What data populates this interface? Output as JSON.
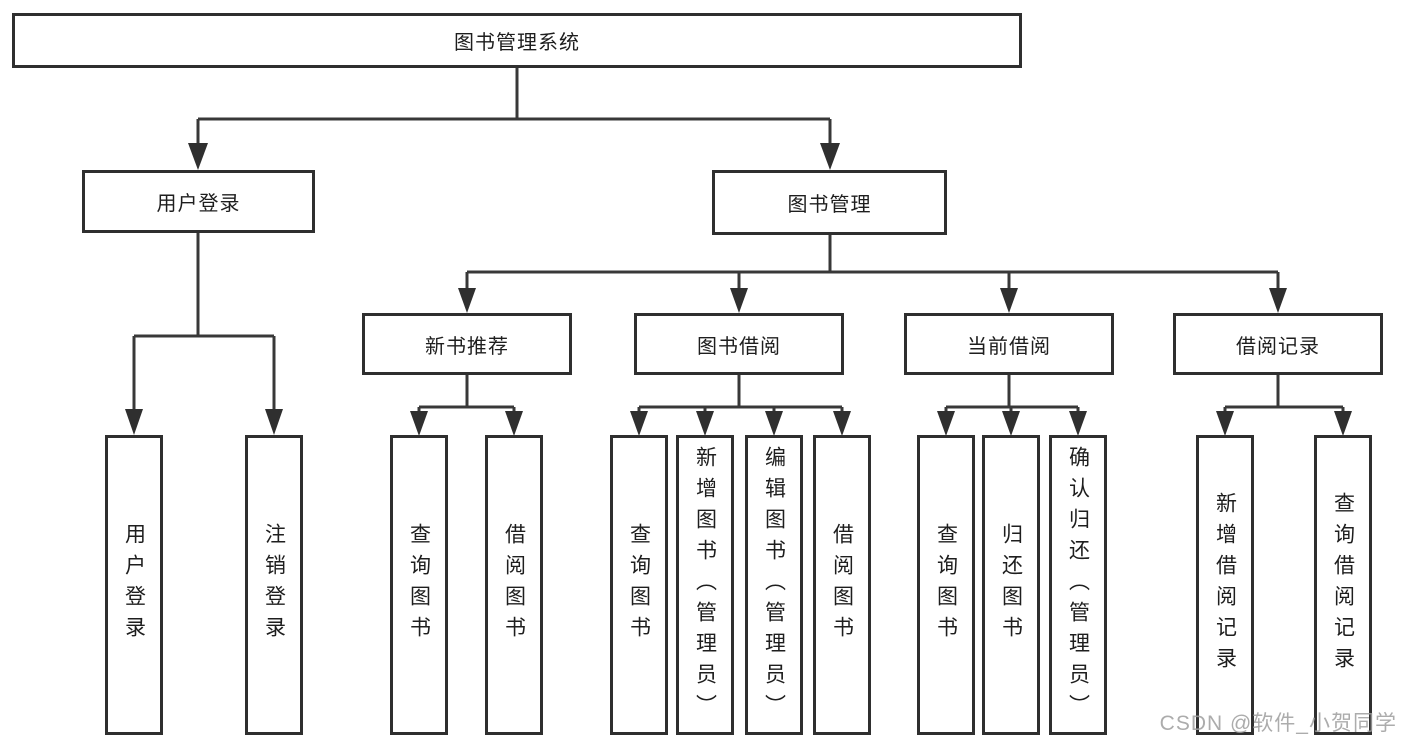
{
  "tree": {
    "root": {
      "label": "图书管理系统"
    },
    "branches": [
      {
        "label": "用户登录",
        "children": [
          {
            "label": "用户登录"
          },
          {
            "label": "注销登录"
          }
        ]
      },
      {
        "label": "图书管理",
        "groups": [
          {
            "label": "新书推荐",
            "children": [
              {
                "label": "查询图书"
              },
              {
                "label": "借阅图书"
              }
            ]
          },
          {
            "label": "图书借阅",
            "children": [
              {
                "label": "查询图书"
              },
              {
                "label": "新增图书（管理员）"
              },
              {
                "label": "编辑图书（管理员）"
              },
              {
                "label": "借阅图书"
              }
            ]
          },
          {
            "label": "当前借阅",
            "children": [
              {
                "label": "查询图书"
              },
              {
                "label": "归还图书"
              },
              {
                "label": "确认归还（管理员）"
              }
            ]
          },
          {
            "label": "借阅记录",
            "children": [
              {
                "label": "新增借阅记录"
              },
              {
                "label": "查询借阅记录"
              }
            ]
          }
        ]
      }
    ]
  },
  "watermark": "CSDN @软件_小贺同学",
  "colors": {
    "line": "#383838",
    "arrow": "#2f2f2f",
    "border": "#2f2f2f",
    "text": "#1e1e1e",
    "background": "#ffffff",
    "watermark": "#9e9e9e"
  }
}
